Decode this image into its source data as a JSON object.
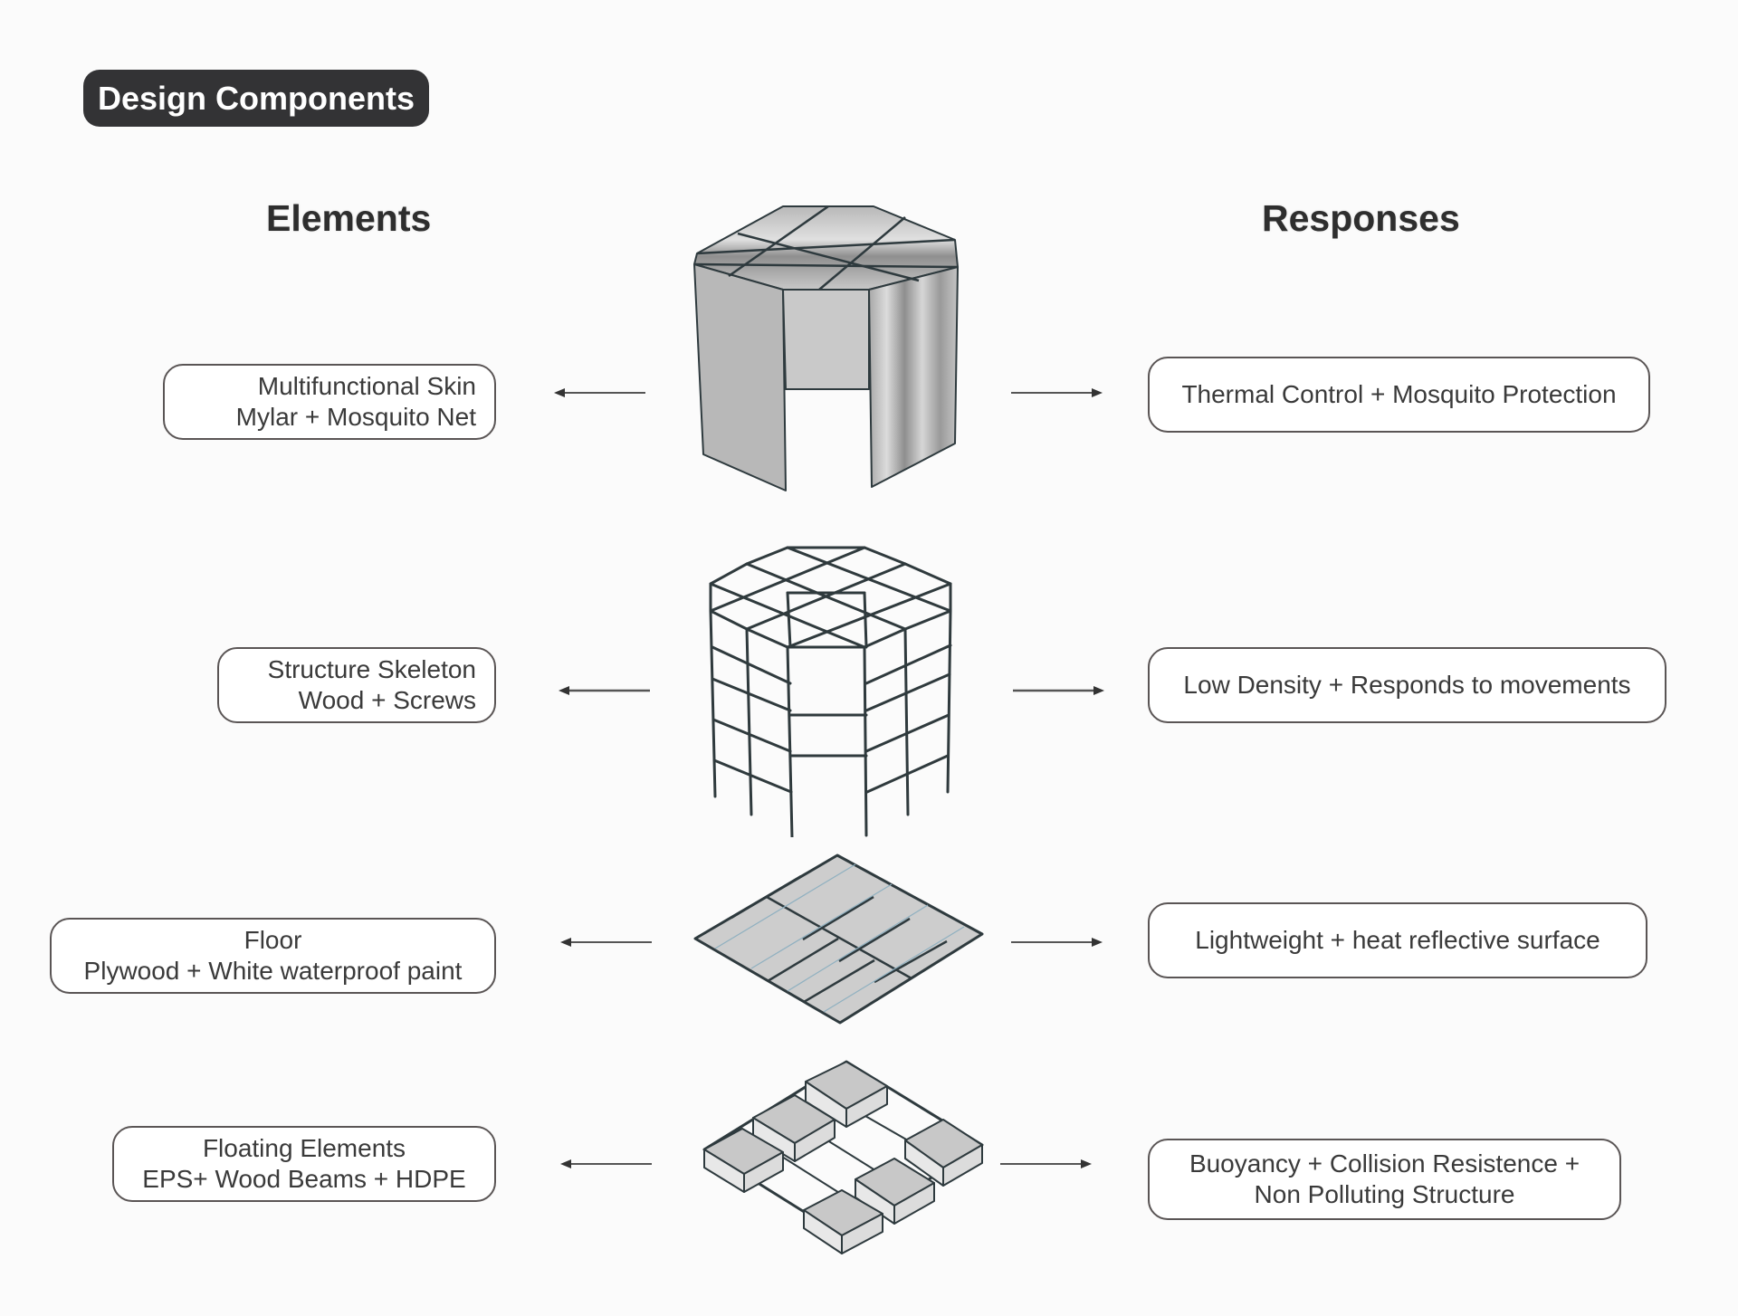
{
  "title": "Design Components",
  "columns": {
    "left": "Elements",
    "right": "Responses"
  },
  "rows": [
    {
      "element_lines": [
        "Multifunctional Skin",
        "Mylar + Mosquito Net"
      ],
      "response_lines": [
        "Thermal Control + Mosquito Protection"
      ],
      "illustration": "mylar-skin-enclosure"
    },
    {
      "element_lines": [
        "Structure Skeleton",
        "Wood + Screws"
      ],
      "response_lines": [
        "Low Density + Responds to movements"
      ],
      "illustration": "wood-frame-skeleton"
    },
    {
      "element_lines": [
        "Floor",
        "Plywood + White waterproof paint"
      ],
      "response_lines": [
        "Lightweight + heat reflective surface"
      ],
      "illustration": "plywood-floor-panel"
    },
    {
      "element_lines": [
        "Floating Elements",
        "EPS+ Wood Beams + HDPE"
      ],
      "response_lines": [
        "Buoyancy + Collision Resistence +",
        "Non Polluting Structure"
      ],
      "illustration": "floating-platform"
    }
  ],
  "colors": {
    "badge_bg": "#333335",
    "box_border": "#5a5555",
    "line": "#3a3a3a",
    "fill": "#c9c9c9"
  }
}
